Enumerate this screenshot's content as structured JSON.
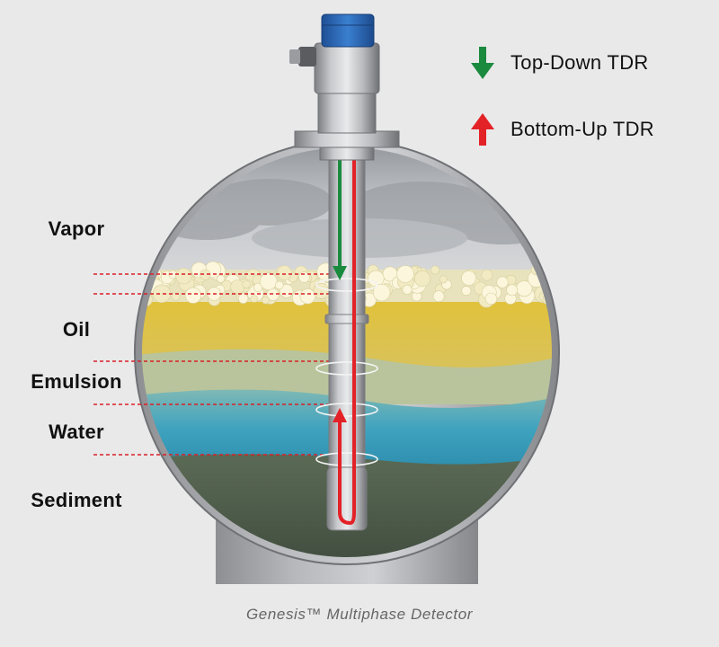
{
  "layers": {
    "vapor": "Vapor",
    "oil": "Oil",
    "emulsion": "Emulsion",
    "water": "Water",
    "sediment": "Sediment"
  },
  "legend": {
    "top_down": {
      "label": "Top-Down TDR",
      "color": "#1a8a3e",
      "icon": "arrow-down-icon"
    },
    "bottom_up": {
      "label": "Bottom-Up TDR",
      "color": "#e32228",
      "icon": "arrow-up-icon"
    }
  },
  "caption": "Genesis™ Multiphase Detector",
  "colors": {
    "background": "#e9e9ea",
    "vapor": "#bfc3c7",
    "foam": "#efe7b6",
    "oil": "#e6c93a",
    "emulsion": "#b7c6a6",
    "water": "#4aa9c0",
    "sediment": "#4d5949",
    "interface_lines": "#d92027",
    "transmitter_cap": "#2f6fc0"
  }
}
